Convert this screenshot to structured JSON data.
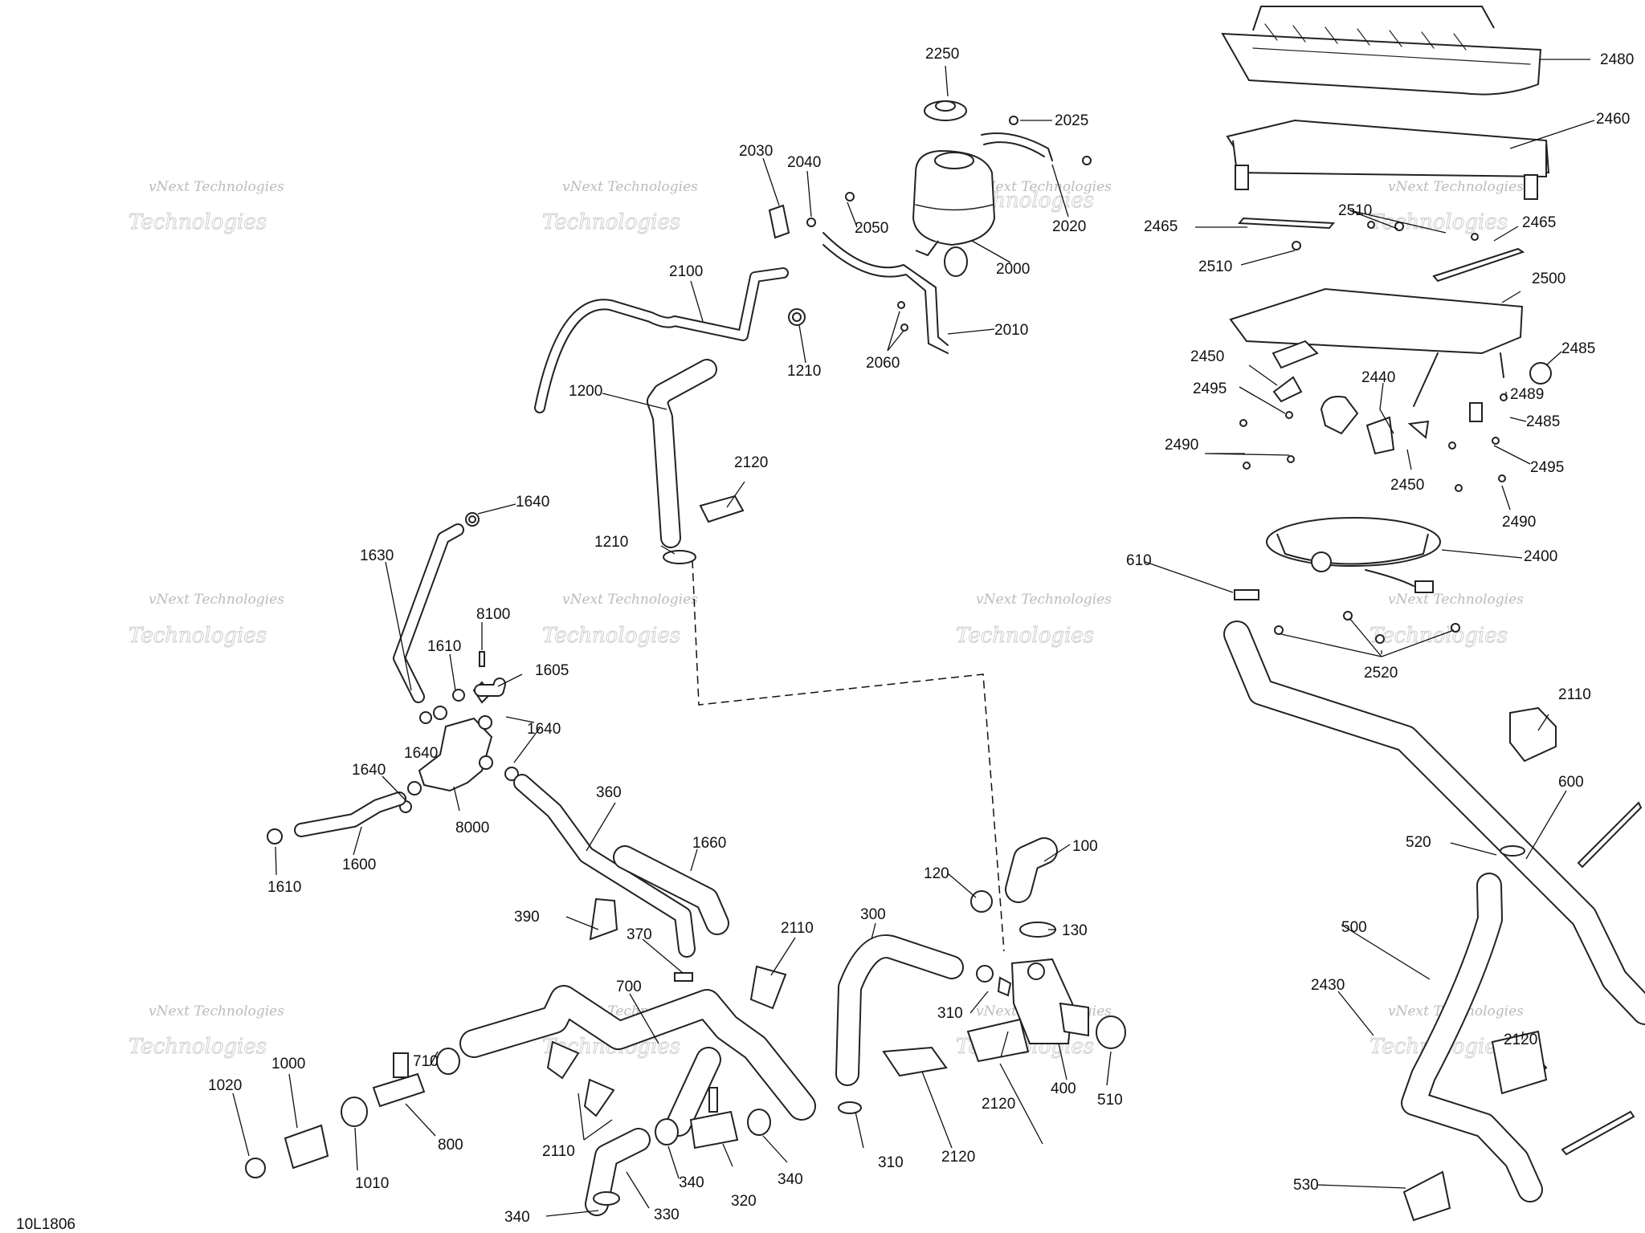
{
  "diagram": {
    "code": "10L1806",
    "watermark": {
      "line1": "vNext Technologies",
      "line2": "Technologies"
    },
    "callouts": [
      "2250",
      "2025",
      "2480",
      "2460",
      "2030",
      "2040",
      "2050",
      "2020",
      "2000",
      "2465",
      "2510",
      "2510",
      "2465",
      "2100",
      "1210",
      "2060",
      "2010",
      "2500",
      "1200",
      "2450",
      "2485",
      "2495",
      "2440",
      "2489",
      "2485",
      "2490",
      "2495",
      "2450",
      "2120",
      "2490",
      "1210",
      "1640",
      "610",
      "2400",
      "1630",
      "8100",
      "2520",
      "1610",
      "1605",
      "1640",
      "1640",
      "2110",
      "1640",
      "8000",
      "360",
      "600",
      "1610",
      "1600",
      "1660",
      "100",
      "520",
      "120",
      "390",
      "370",
      "130",
      "2110",
      "300",
      "500",
      "700",
      "710",
      "2430",
      "2120",
      "1000",
      "1020",
      "800",
      "310",
      "2120",
      "400",
      "510",
      "2110",
      "1010",
      "340",
      "310",
      "2120",
      "320",
      "340",
      "530",
      "340",
      "330"
    ]
  }
}
